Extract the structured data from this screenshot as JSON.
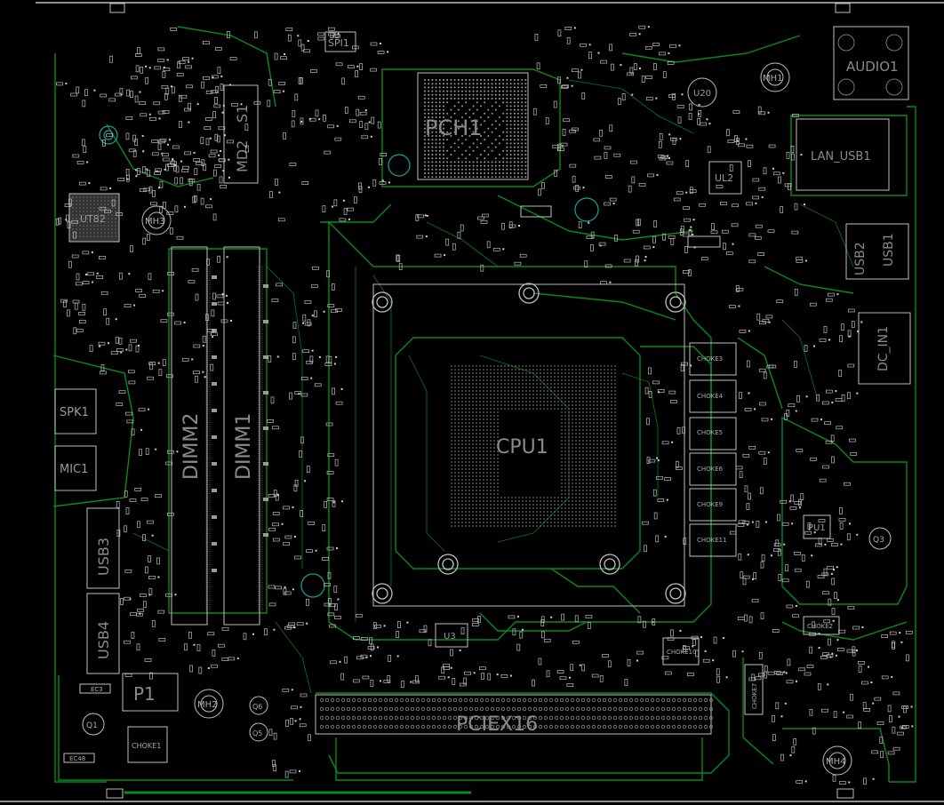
{
  "colors": {
    "background": "#000000",
    "trace": "#0a8a1a",
    "silkscreen": "#c8c8c8",
    "label": "#8a8a8a",
    "hole": "#0e8a8a"
  },
  "labels": {
    "cpu": "CPU1",
    "pch": "PCH1",
    "dimm1": "DIMM1",
    "dimm2": "DIMM2",
    "pcie": "PCIEX16",
    "audio": "AUDIO1",
    "lan_usb": "LAN_USB1",
    "usb1": "USB1",
    "usb2": "USB2",
    "usb3": "USB3",
    "usb4": "USB4",
    "dc_in": "DC_IN1",
    "spk": "SPK1",
    "mic": "MIC1",
    "p1": "P1",
    "md2": "MD2",
    "s1": "S1",
    "spi": "SPI1",
    "u20": "U20",
    "ul2": "UL2",
    "ut82": "UT82",
    "pu1": "PU1",
    "u3": "U3",
    "q1": "Q1",
    "q3": "Q3",
    "q5": "Q5",
    "q6": "Q6",
    "mh1": "MH1",
    "mh2": "MH2",
    "mh3": "MH3",
    "mh4": "MH4",
    "choke1": "CHOKE1",
    "choke2": "CHOKE2",
    "choke3": "CHOKE3",
    "choke4": "CHOKE4",
    "choke5": "CHOKE5",
    "choke6": "CHOKE6",
    "choke7": "CHOKE7",
    "choke9": "CHOKE9",
    "choke10": "CHOKE10",
    "choke11": "CHOKE11",
    "ec3": "EC3",
    "ec48": "EC48"
  }
}
